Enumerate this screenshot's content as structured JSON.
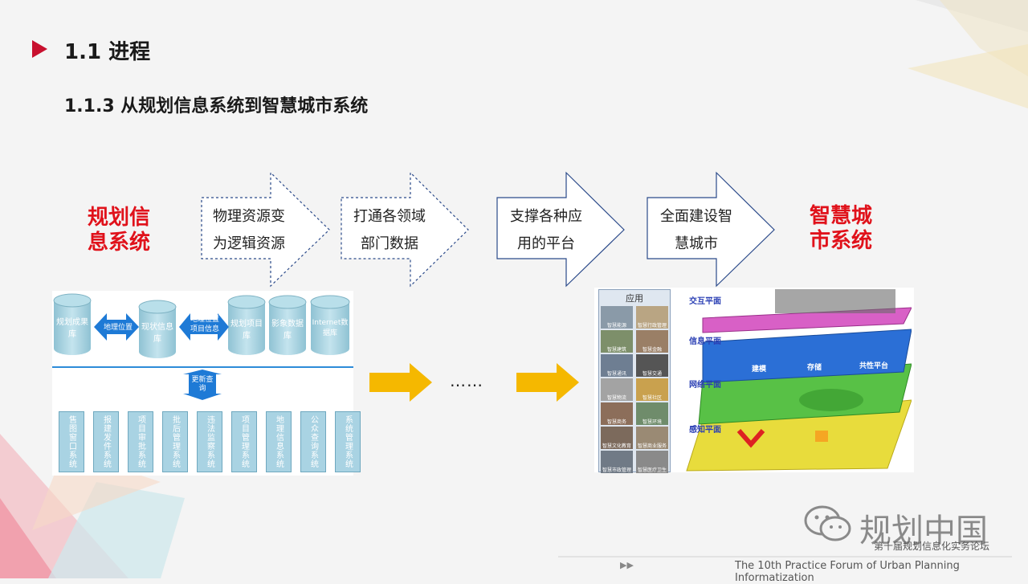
{
  "heading": {
    "section": "1.1 进程",
    "subsection": "1.1.3 从规划信息系统到智慧城市系统"
  },
  "flow": {
    "start_label_lines": [
      "规划信",
      "息系统"
    ],
    "end_label_lines": [
      "智慧城",
      "市系统"
    ],
    "steps": [
      {
        "lines": [
          "物理资源变",
          "为逻辑资源"
        ]
      },
      {
        "lines": [
          "打通各领域",
          "部门数据"
        ]
      },
      {
        "lines": [
          "支撑各种应",
          "用的平台"
        ]
      },
      {
        "lines": [
          "全面建设智",
          "慧城市"
        ]
      }
    ],
    "ellipsis": "……"
  },
  "left_diagram": {
    "databases": [
      "规划成果库",
      "现状信息库",
      "规划项目库",
      "影象数据库",
      "Internet数据库"
    ],
    "arrows": [
      "地理位置",
      "地理位置项目信息",
      "更新查询"
    ],
    "systems": [
      "售图窗口系统",
      "报建发件系统",
      "项目审批系统",
      "批后管理系统",
      "违法监察系统",
      "项目管理系统",
      "地理信息系统",
      "公众查询系统",
      "系统管理系统"
    ]
  },
  "right_diagram": {
    "panel_title": "应用",
    "apps": [
      "智慧能源",
      "智慧行政管理",
      "智慧建筑",
      "智慧金融",
      "智慧通讯",
      "智慧交通",
      "智慧物流",
      "智慧社区",
      "智慧商务",
      "智慧环境",
      "智慧文化教育",
      "智慧商业服务",
      "智慧市政管理",
      "智慧医疗卫生"
    ],
    "layers": [
      "交互平面",
      "信息平面",
      "网络平面",
      "感知平面"
    ],
    "info_labels": [
      "建模",
      "存储",
      "共性平台"
    ]
  },
  "footer": {
    "brand": "规划中国",
    "brand_sub": "第十届规划信息化实务论坛",
    "forum": "The 10th Practice Forum of  Urban Planning Informatization",
    "play_icon": "▶▶"
  },
  "colors": {
    "red": "#e0121b",
    "accent_arrow": "#f5b800",
    "flow_border": "#2b4a8a"
  }
}
